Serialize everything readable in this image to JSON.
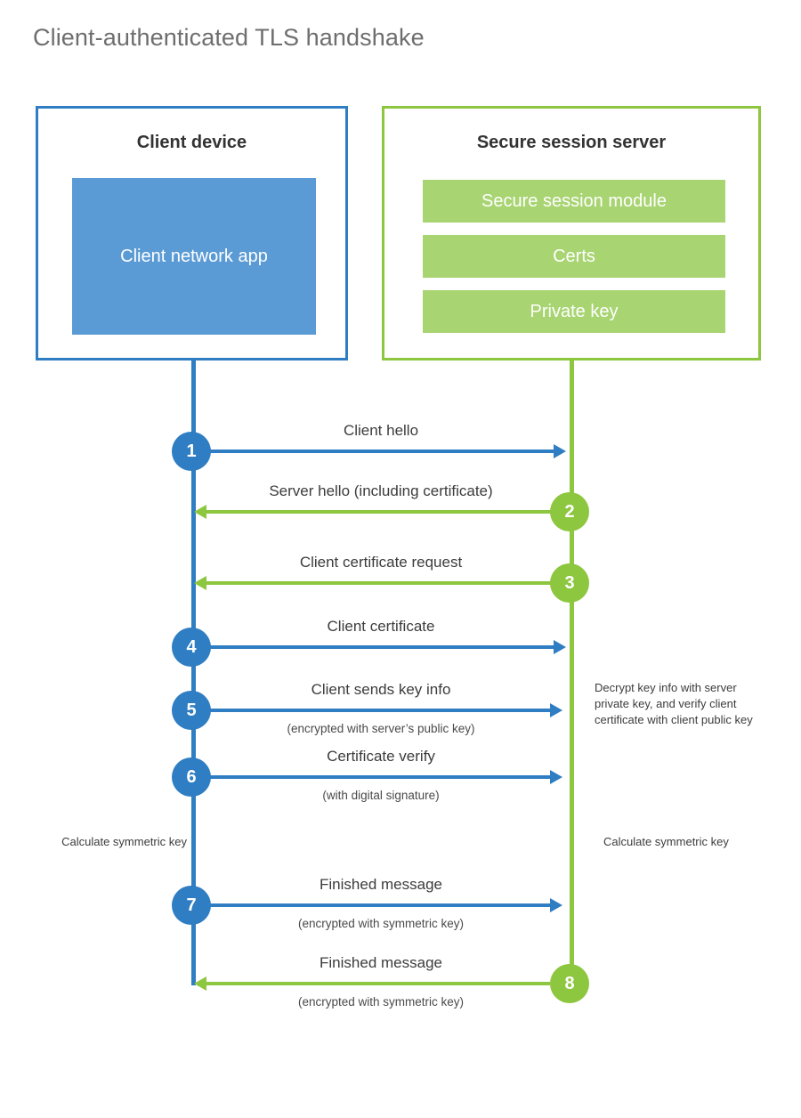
{
  "title": "Client-authenticated TLS handshake",
  "colors": {
    "client_blue": "#2f7dc2",
    "client_app_fill": "#5b9bd5",
    "server_green": "#8dc63f",
    "server_bar_fill": "#a8d472",
    "title_gray": "#6e6e6e",
    "text_gray": "#3c3c3c"
  },
  "client": {
    "title": "Client device",
    "app_label": "Client network app"
  },
  "server": {
    "title": "Secure session server",
    "components": [
      "Secure session module",
      "Certs",
      "Private key"
    ]
  },
  "messages": [
    {
      "num": "1",
      "label": "Client hello",
      "sublabel": "",
      "direction": "right",
      "color": "blue"
    },
    {
      "num": "2",
      "label": "Server hello (including certificate)",
      "sublabel": "",
      "direction": "left",
      "color": "green"
    },
    {
      "num": "3",
      "label": "Client certificate request",
      "sublabel": "",
      "direction": "left",
      "color": "green"
    },
    {
      "num": "4",
      "label": "Client certificate",
      "sublabel": "",
      "direction": "right",
      "color": "blue"
    },
    {
      "num": "5",
      "label": "Client sends key info",
      "sublabel": "(encrypted with server’s public key)",
      "direction": "right",
      "color": "blue"
    },
    {
      "num": "6",
      "label": "Certificate verify",
      "sublabel": "(with digital signature)",
      "direction": "right",
      "color": "blue"
    },
    {
      "num": "7",
      "label": "Finished message",
      "sublabel": "(encrypted with symmetric key)",
      "direction": "right",
      "color": "blue"
    },
    {
      "num": "8",
      "label": "Finished message",
      "sublabel": "(encrypted with symmetric key)",
      "direction": "left",
      "color": "green"
    }
  ],
  "notes": {
    "server_decrypt": "Decrypt key info with server private key, and verify client certificate with client public key",
    "client_calculate": "Calculate symmetric key",
    "server_calculate": "Calculate symmetric key"
  }
}
